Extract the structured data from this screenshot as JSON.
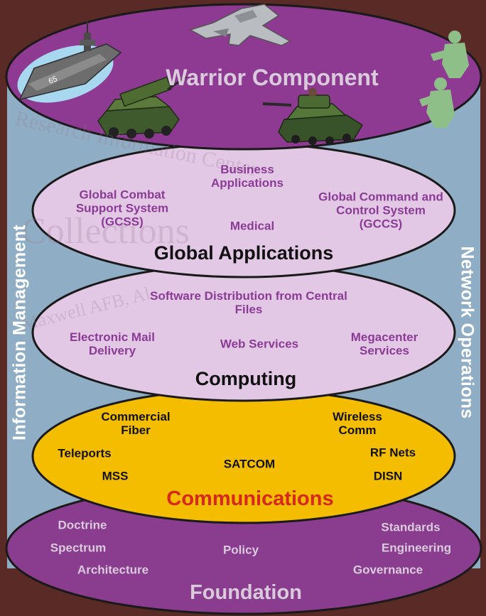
{
  "colors": {
    "frame_brown": "#5a2a26",
    "side_blue": "#8faec5",
    "warrior_purple": "#8e3a92",
    "pale_lavender": "#e3c8e6",
    "comm_gold": "#f4bd00",
    "foundation_purple": "#8a3c8e",
    "label_purple": "#8a3b94",
    "communications_red": "#d6281b",
    "text_black": "#111111",
    "text_white": "#ffffff",
    "text_grey": "#d9cbdc"
  },
  "side_labels": {
    "left": "Information Management",
    "right": "Network Operations"
  },
  "watermark": {
    "line1": "Research Information Center",
    "line2": "Collections",
    "line3": "Maxwell AFB, Al"
  },
  "layers": {
    "warrior": {
      "title": "Warrior Component",
      "icons": [
        "aircraft-carrier-icon",
        "fighter-jet-icon",
        "missile-launcher-icon",
        "tank-icon",
        "soldier-icon"
      ]
    },
    "global_applications": {
      "title": "Global Applications",
      "items": {
        "business": "Business Applications",
        "gcss": "Global Combat Support System (GCSS)",
        "gccs": "Global Command and Control System (GCCS)",
        "medical": "Medical"
      }
    },
    "computing": {
      "title": "Computing",
      "items": {
        "software": "Software Distribution from Central Files",
        "email": "Electronic Mail Delivery",
        "web": "Web Services",
        "megacenter": "Megacenter Services"
      }
    },
    "communications": {
      "title": "Communications",
      "items": {
        "fiber": "Commercial Fiber",
        "wireless": "Wireless Comm",
        "teleports": "Teleports",
        "satcom": "SATCOM",
        "rfnets": "RF Nets",
        "mss": "MSS",
        "disn": "DISN"
      }
    },
    "foundation": {
      "title": "Foundation",
      "items": {
        "doctrine": "Doctrine",
        "spectrum": "Spectrum",
        "architecture": "Architecture",
        "policy": "Policy",
        "standards": "Standards",
        "engineering": "Engineering",
        "governance": "Governance"
      }
    }
  }
}
